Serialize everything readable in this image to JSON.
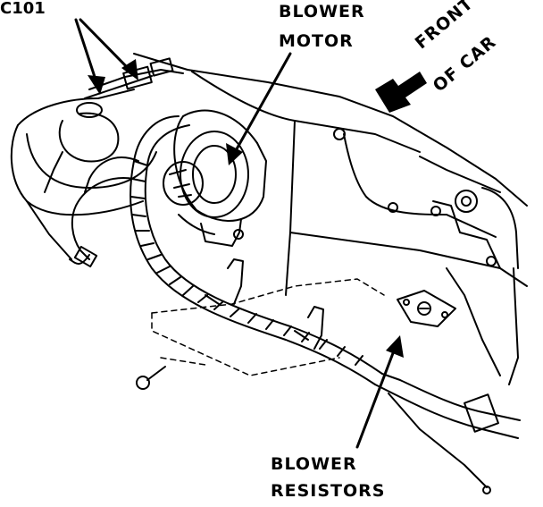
{
  "labels": {
    "connector": "C101",
    "blower_motor_line1": "BLOWER",
    "blower_motor_line2": "MOTOR",
    "front_line1": "FRONT",
    "front_line2": "OF CAR",
    "resistors_line1": "BLOWER",
    "resistors_line2": "RESISTORS"
  },
  "colors": {
    "ink": "#000000",
    "paper": "#ffffff"
  }
}
